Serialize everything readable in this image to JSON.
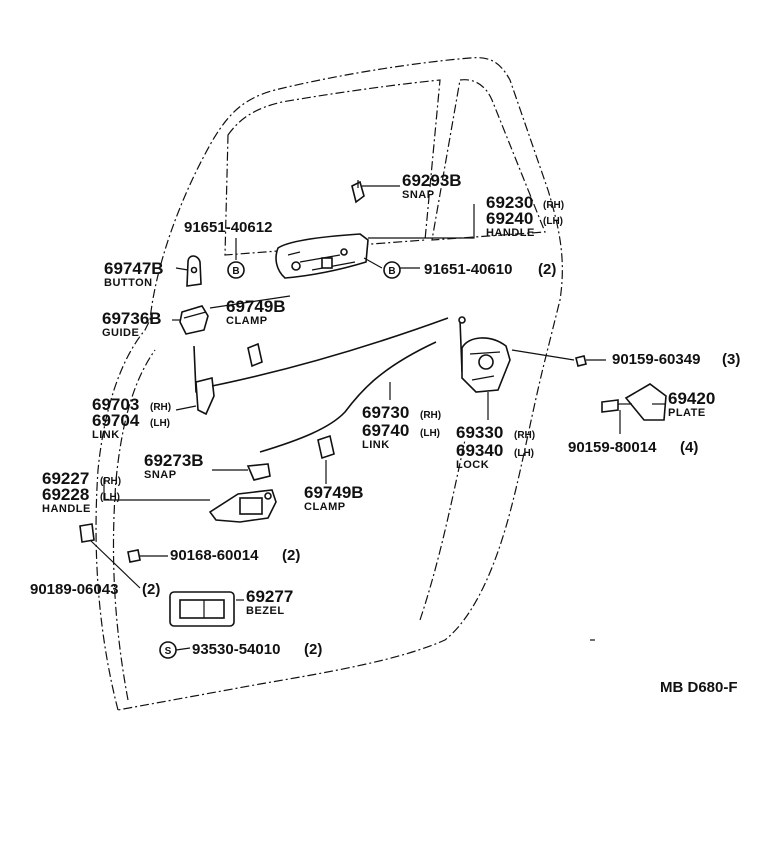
{
  "diagram": {
    "reference_code": "MB D680-F",
    "labels": {
      "snap_upper": {
        "part_no": "69293B",
        "name": "SNAP"
      },
      "handle_outer": {
        "part_no_rh": "69230",
        "suffix_rh": "(RH)",
        "part_no_lh": "69240",
        "suffix_lh": "(LH)",
        "name": "HANDLE"
      },
      "bolt_b_left": {
        "part_no": "91651-40612",
        "marker": "B"
      },
      "bolt_b_right": {
        "part_no": "91651-40610",
        "qty": "(2)",
        "marker": "B"
      },
      "button": {
        "part_no": "69747B",
        "name": "BUTTON"
      },
      "clamp_upper": {
        "part_no": "69749B",
        "name": "CLAMP"
      },
      "guide": {
        "part_no": "69736B",
        "name": "GUIDE"
      },
      "screw_lock": {
        "part_no": "90159-60349",
        "qty": "(3)"
      },
      "plate": {
        "part_no": "69420",
        "name": "PLATE"
      },
      "screw_plate": {
        "part_no": "90159-80014",
        "qty": "(4)"
      },
      "link_left": {
        "part_no_rh": "69703",
        "suffix_rh": "(RH)",
        "part_no_lh": "69704",
        "suffix_lh": "(LH)",
        "name": "LINK"
      },
      "link_right": {
        "part_no_rh": "69730",
        "suffix_rh": "(RH)",
        "part_no_lh": "69740",
        "suffix_lh": "(LH)",
        "name": "LINK"
      },
      "lock": {
        "part_no_rh": "69330",
        "suffix_rh": "(RH)",
        "part_no_lh": "69340",
        "suffix_lh": "(LH)",
        "name": "LOCK"
      },
      "snap_lower": {
        "part_no": "69273B",
        "name": "SNAP"
      },
      "handle_inner": {
        "part_no_rh": "69227",
        "suffix_rh": "(RH)",
        "part_no_lh": "69228",
        "suffix_lh": "(LH)",
        "name": "HANDLE"
      },
      "clamp_lower": {
        "part_no": "69749B",
        "name": "CLAMP"
      },
      "screw_handle": {
        "part_no": "90168-60014",
        "qty": "(2)"
      },
      "nut_clip": {
        "part_no": "90189-06043",
        "qty": "(2)"
      },
      "bezel": {
        "part_no": "69277",
        "name": "BEZEL"
      },
      "screw_bezel": {
        "part_no": "93530-54010",
        "qty": "(2)",
        "marker": "S"
      }
    }
  }
}
